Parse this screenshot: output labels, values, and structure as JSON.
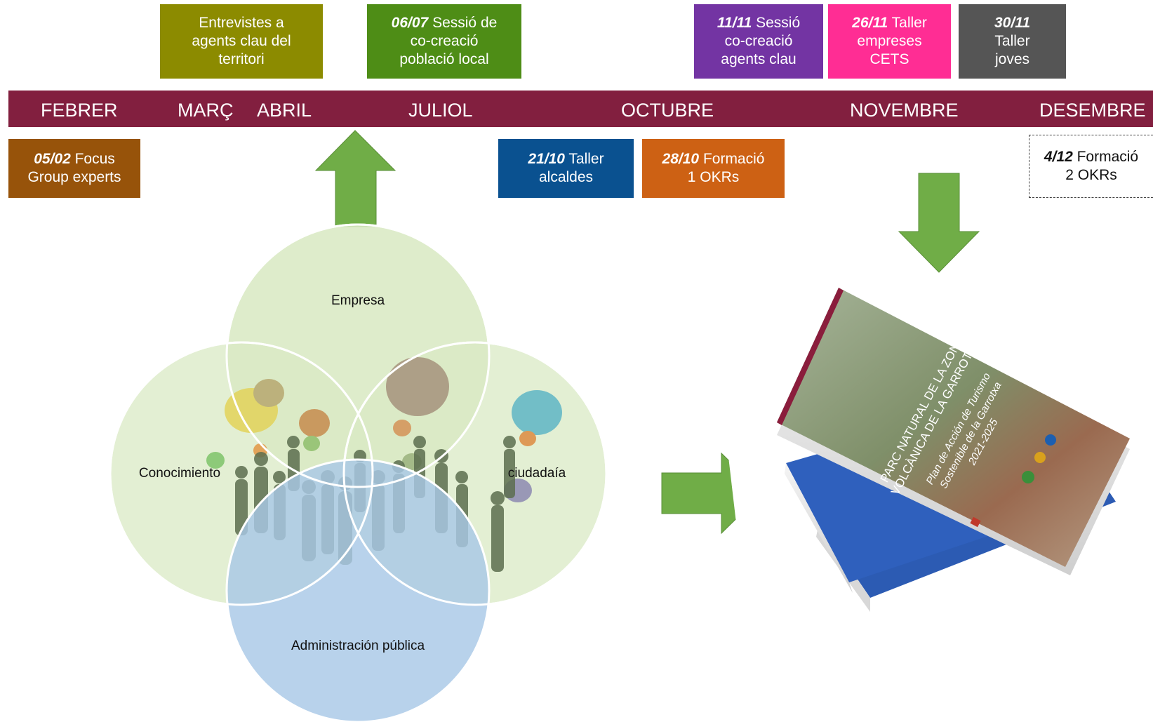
{
  "top_boxes": [
    {
      "date": "",
      "lines": [
        "Entrevistes a",
        "agents clau del",
        "territori"
      ],
      "color": "#8c8b00"
    },
    {
      "date": "06/07",
      "lines": [
        "Sessió de",
        "co-creació",
        "població local"
      ],
      "color": "#4e8d16"
    },
    {
      "date": "11/11",
      "lines": [
        "Sessió",
        "co-creació",
        "agents clau"
      ],
      "color": "#7334a3"
    },
    {
      "date": "26/11",
      "lines": [
        "Taller",
        "empreses",
        "CETS"
      ],
      "color": "#ff2d94"
    },
    {
      "date": "30/11",
      "lines": [
        "",
        "Taller",
        "joves"
      ],
      "color": "#555555"
    }
  ],
  "months": [
    "FEBRER",
    "MARÇ",
    "ABRIL",
    "JULIOL",
    "OCTUBRE",
    "NOVEMBRE",
    "DESEMBRE"
  ],
  "timeline_color": "#821f3f",
  "bottom_boxes": [
    {
      "date": "05/02",
      "lines": [
        "Focus",
        "Group experts"
      ],
      "color": "#97530a"
    },
    {
      "date": "21/10",
      "lines": [
        "Taller",
        "alcaldes"
      ],
      "color": "#0a5190"
    },
    {
      "date": "28/10",
      "lines": [
        "Formació",
        "1 OKRs"
      ],
      "color": "#cd6114"
    },
    {
      "date": "4/12",
      "lines": [
        "Formació",
        "2 OKRs"
      ],
      "color": "#ffffff"
    }
  ],
  "venn": {
    "labels": [
      "Empresa",
      "Conocimiento",
      "ciudadaía",
      "Administración pública"
    ],
    "colors": [
      "#d9e9c4",
      "#d9e9c4",
      "#d9e9c4",
      "#a8c8e6"
    ]
  },
  "arrow_color": "#70ad47",
  "book": {
    "title_lines": [
      "PARC NATURAL DE LA ZONA",
      "VOLCÀNICA DE LA GARROTXA"
    ],
    "subtitle_lines": [
      "Plan de Acción de Turismo",
      "Sostenible de la Garrotxa",
      "2021-2025"
    ]
  }
}
